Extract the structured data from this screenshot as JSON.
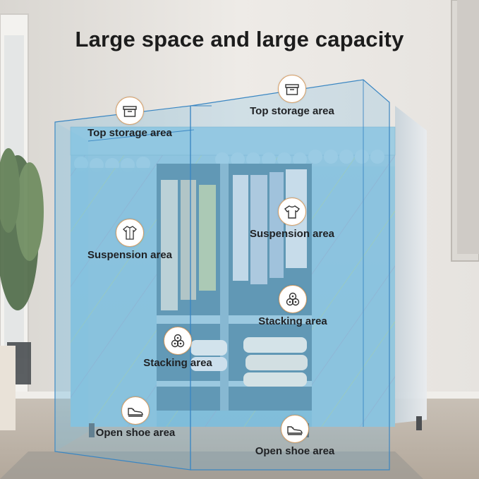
{
  "title": "Large space and large capacity",
  "callouts": {
    "top_storage_left": {
      "label": "Top storage area",
      "icon": "storage-box-icon"
    },
    "top_storage_right": {
      "label": "Top storage area",
      "icon": "storage-box-icon"
    },
    "suspension_left": {
      "label": "Suspension area",
      "icon": "shirt-icon"
    },
    "suspension_right": {
      "label": "Suspension area",
      "icon": "tshirt-icon"
    },
    "stacking_right": {
      "label": "Stacking area",
      "icon": "rolled-clothes-icon"
    },
    "stacking_left": {
      "label": "Stacking area",
      "icon": "rolled-clothes-icon"
    },
    "shoe_left": {
      "label": "Open shoe area",
      "icon": "sneaker-icon"
    },
    "shoe_right": {
      "label": "Open shoe area",
      "icon": "sneaker-icon"
    }
  },
  "colors": {
    "accent_ring": "#d9a066",
    "wardrobe_fabric": "#8fc4dc",
    "highlight_box": "#6fb8e0"
  }
}
